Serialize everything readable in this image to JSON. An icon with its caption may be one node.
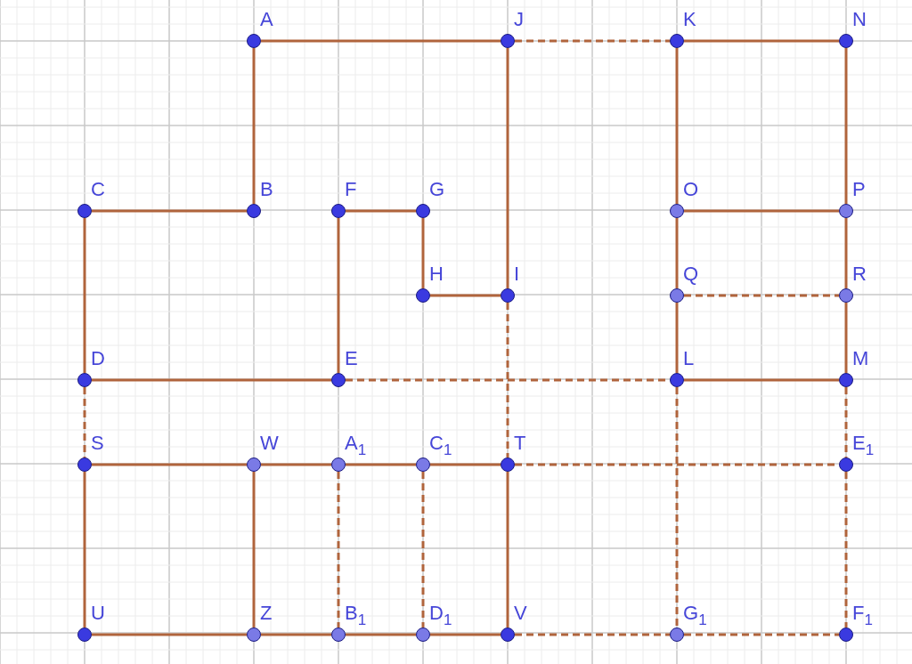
{
  "diagram": {
    "nodes": [
      {
        "text": [
          "A"
        ]
      },
      {
        "text": [
          "J"
        ]
      },
      {
        "text": [
          "K"
        ]
      },
      {
        "text": [
          "N"
        ]
      },
      {
        "text": [
          "C"
        ]
      },
      {
        "text": [
          "B"
        ]
      },
      {
        "text": [
          "F"
        ]
      },
      {
        "text": [
          "G"
        ]
      },
      {
        "text": [
          "O"
        ]
      },
      {
        "text": [
          "P"
        ]
      },
      {
        "text": [
          "H"
        ]
      },
      {
        "text": [
          "I"
        ]
      },
      {
        "text": [
          "Q"
        ]
      },
      {
        "text": [
          "R"
        ]
      },
      {
        "text": [
          "D"
        ]
      },
      {
        "text": [
          "E"
        ]
      },
      {
        "text": [
          "L"
        ]
      },
      {
        "text": [
          "M"
        ]
      },
      {
        "text": [
          "S"
        ]
      },
      {
        "text": [
          "W"
        ]
      },
      {
        "text": [
          "A$_{1}$"
        ]
      },
      {
        "text": [
          "C$_{1}$"
        ]
      },
      {
        "text": [
          "T"
        ]
      },
      {
        "text": [
          "E$_{1}$"
        ]
      },
      {
        "text": [
          "U"
        ]
      },
      {
        "text": [
          "Z"
        ]
      },
      {
        "text": [
          "B$_{1}$"
        ]
      },
      {
        "text": [
          "D$_{1}$"
        ]
      },
      {
        "text": [
          "V"
        ]
      },
      {
        "text": [
          "G$_{1}$"
        ]
      },
      {
        "text": [
          "F$_{1}$"
        ]
      }
    ],
    "edges": [
      {
        "from": 0,
        "to": 1,
        "arrow": "none"
      },
      {
        "from": 1,
        "to": 2,
        "arrow": "none",
        "style": "dashed"
      },
      {
        "from": 2,
        "to": 3,
        "arrow": "none"
      },
      {
        "from": 0,
        "to": 5,
        "arrow": "none"
      },
      {
        "from": 4,
        "to": 5,
        "arrow": "none"
      },
      {
        "from": 4,
        "to": 14,
        "arrow": "none"
      },
      {
        "from": 6,
        "to": 7,
        "arrow": "none"
      },
      {
        "from": 7,
        "to": 10,
        "arrow": "none"
      },
      {
        "from": 10,
        "to": 11,
        "arrow": "none"
      },
      {
        "from": 1,
        "to": 11,
        "arrow": "none"
      },
      {
        "from": 6,
        "to": 15,
        "arrow": "none"
      },
      {
        "from": 14,
        "to": 15,
        "arrow": "none"
      },
      {
        "from": 15,
        "to": 16,
        "arrow": "none",
        "style": "dashed"
      },
      {
        "from": 2,
        "to": 8,
        "arrow": "none"
      },
      {
        "from": 8,
        "to": 12,
        "arrow": "none"
      },
      {
        "from": 12,
        "to": 16,
        "arrow": "none"
      },
      {
        "from": 3,
        "to": 9,
        "arrow": "none"
      },
      {
        "from": 9,
        "to": 13,
        "arrow": "none"
      },
      {
        "from": 13,
        "to": 17,
        "arrow": "none"
      },
      {
        "from": 8,
        "to": 9,
        "arrow": "none"
      },
      {
        "from": 12,
        "to": 13,
        "arrow": "none",
        "style": "dashed"
      },
      {
        "from": 16,
        "to": 17,
        "arrow": "none"
      },
      {
        "from": 14,
        "to": 18,
        "arrow": "none",
        "style": "dashed"
      },
      {
        "from": 11,
        "to": 22,
        "arrow": "none",
        "style": "dashed"
      },
      {
        "from": 18,
        "to": 19,
        "arrow": "none"
      },
      {
        "from": 19,
        "to": 20,
        "arrow": "none"
      },
      {
        "from": 20,
        "to": 21,
        "arrow": "none"
      },
      {
        "from": 21,
        "to": 22,
        "arrow": "none"
      },
      {
        "from": 22,
        "to": 23,
        "arrow": "none",
        "style": "dashed"
      },
      {
        "from": 17,
        "to": 23,
        "arrow": "none",
        "style": "dashed"
      },
      {
        "from": 16,
        "to": 29,
        "arrow": "none",
        "style": "dashed"
      },
      {
        "from": 18,
        "to": 24,
        "arrow": "none"
      },
      {
        "from": 19,
        "to": 25,
        "arrow": "none"
      },
      {
        "from": 20,
        "to": 26,
        "arrow": "none",
        "style": "dashed"
      },
      {
        "from": 21,
        "to": 27,
        "arrow": "none",
        "style": "dashed"
      },
      {
        "from": 22,
        "to": 28,
        "arrow": "none"
      },
      {
        "from": 23,
        "to": 30,
        "arrow": "none",
        "style": "dashed"
      },
      {
        "from": 24,
        "to": 25,
        "arrow": "none"
      },
      {
        "from": 25,
        "to": 26,
        "arrow": "none"
      },
      {
        "from": 26,
        "to": 27,
        "arrow": "none"
      },
      {
        "from": 27,
        "to": 28,
        "arrow": "none"
      },
      {
        "from": 28,
        "to": 29,
        "arrow": "none",
        "style": "dashed"
      },
      {
        "from": 29,
        "to": 30,
        "arrow": "none",
        "style": "dashed"
      }
    ]
  }
}
